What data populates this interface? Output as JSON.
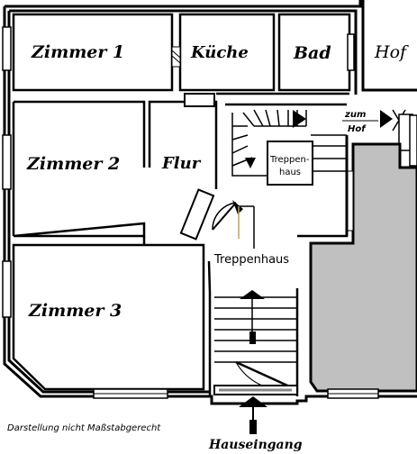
{
  "rooms": {
    "zimmer1": "Zimmer 1",
    "kueche": "Küche",
    "bad": "Bad",
    "hof": "Hof",
    "zimmer2": "Zimmer 2",
    "flur": "Flur",
    "zimmer3": "Zimmer 3"
  },
  "stairs": {
    "treppenhaus_small_line1": "Treppen-",
    "treppenhaus_small_line2": "haus",
    "treppenhaus_main": "Treppenhaus"
  },
  "signs": {
    "zum": "zum",
    "hof": "Hof"
  },
  "entrance": "Hauseingang",
  "footer_note": "Darstellung nicht Maßstabgerecht",
  "colors": {
    "wall": "#000000",
    "neighbor_building": "#c0c0c0",
    "floor": "#ffffff"
  }
}
